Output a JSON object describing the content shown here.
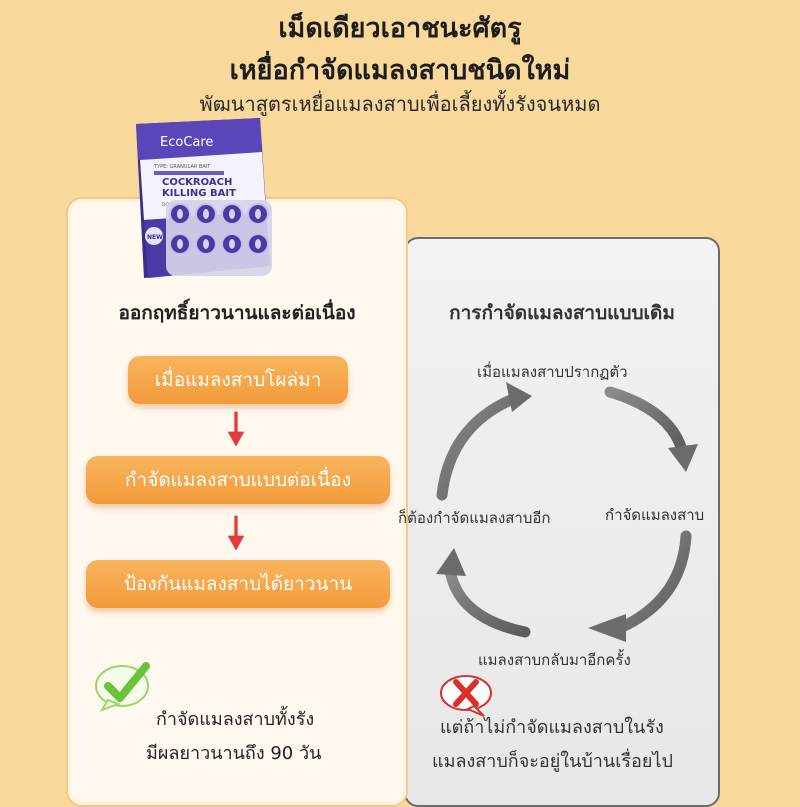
{
  "header": {
    "title_line1": "เม็ดเดียวเอาชนะศัตรู",
    "title_line2": "เหยื่อกำจัดแมลงสาบชนิดใหม่",
    "subtitle": "พัฒนาสูตรเหยื่อแมลงสาบเพื่อเลี้ยงทั้งรังจนหมด"
  },
  "product": {
    "brand": "EcoCare",
    "type_label": "TYPE: GRANULAR BAIT",
    "name_line1": "COCKROACH",
    "name_line2": "KILLING BAIT",
    "badge": "NEW",
    "tiny_text": "DOMINO EFFECT KILL"
  },
  "left_panel": {
    "heading": "ออกฤทธิ์ยาวนานและต่อเนื่อง",
    "steps": [
      "เมื่อแมลงสาบโผล่มา",
      "กำจัดแมลงสาบแบบต่อเนื่อง",
      "ป้องกันแมลงสาบได้ยาวนาน"
    ],
    "result_line1": "กำจัดแมลงสาบทั้งรัง",
    "result_line2": "มีผลยาวนานถึง 90 วัน"
  },
  "right_panel": {
    "heading": "การกำจัดแมลงสาบแบบเดิม",
    "cycle": {
      "top": "เมื่อแมลงสาบปรากฏตัว",
      "right": "กำจัดแมลงสาบ",
      "bottom": "แมลงสาบกลับมาอีกครั้ง",
      "left": "ก็ต้องกำจัดแมลงสาบอีก"
    },
    "result_line1": "แต่ถ้าไม่กำจัดแมลงสาบในรัง",
    "result_line2": "แมลงสาบก็จะอยู่ในบ้านเรื่อยไป"
  },
  "colors": {
    "background": "#f9d89c",
    "accent_orange": "#f39a3a",
    "arrow_red": "#e23b3b",
    "check_green": "#6cc23a",
    "cross_red": "#d9302b",
    "box_purple": "#4a3aa0"
  },
  "icons": {
    "check": "check-bubble-icon",
    "cross": "cross-bubble-icon",
    "arrow": "arrow-down-icon",
    "cycle": "cycle-arrows-icon"
  }
}
